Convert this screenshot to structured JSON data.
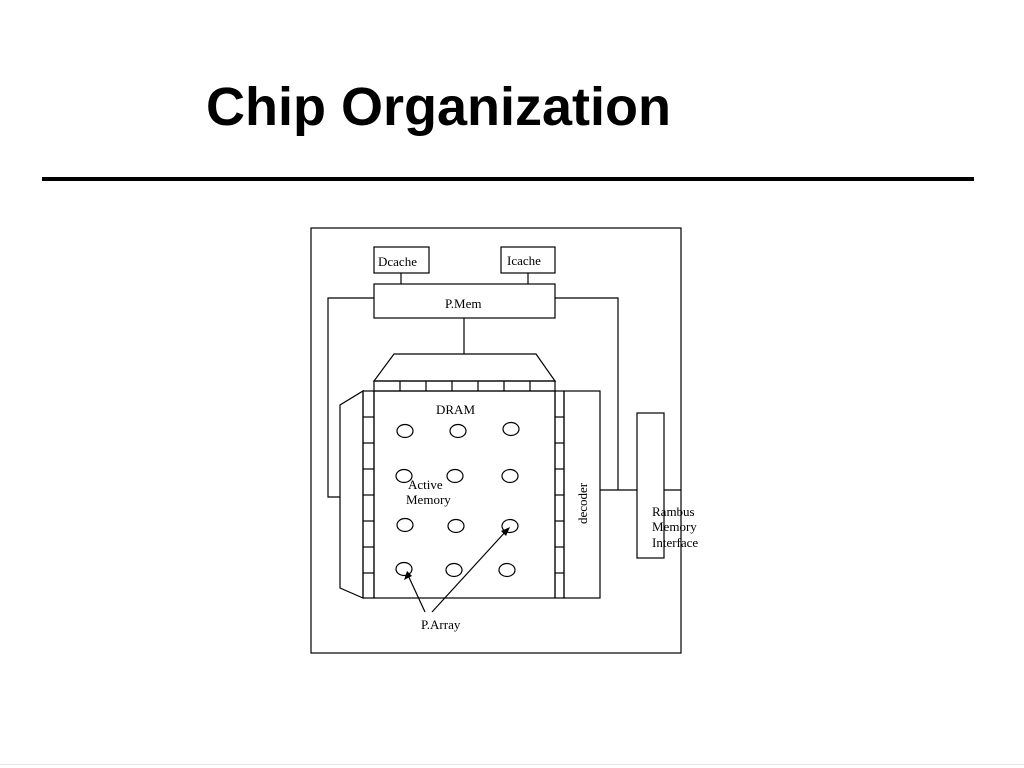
{
  "slide": {
    "title": "Chip Organization"
  },
  "diagram": {
    "labels": {
      "dcache": "Dcache",
      "icache": "Icache",
      "pmem": "P.Mem",
      "dram": "DRAM",
      "active_memory_line1": "Active",
      "active_memory_line2": "Memory",
      "decoder": "decoder",
      "rambus_line1": "Rambus",
      "rambus_line2": "Memory",
      "rambus_line3": "Interface",
      "parray": "P.Array"
    },
    "colors": {
      "stroke": "#000000",
      "background": "#ffffff"
    }
  }
}
